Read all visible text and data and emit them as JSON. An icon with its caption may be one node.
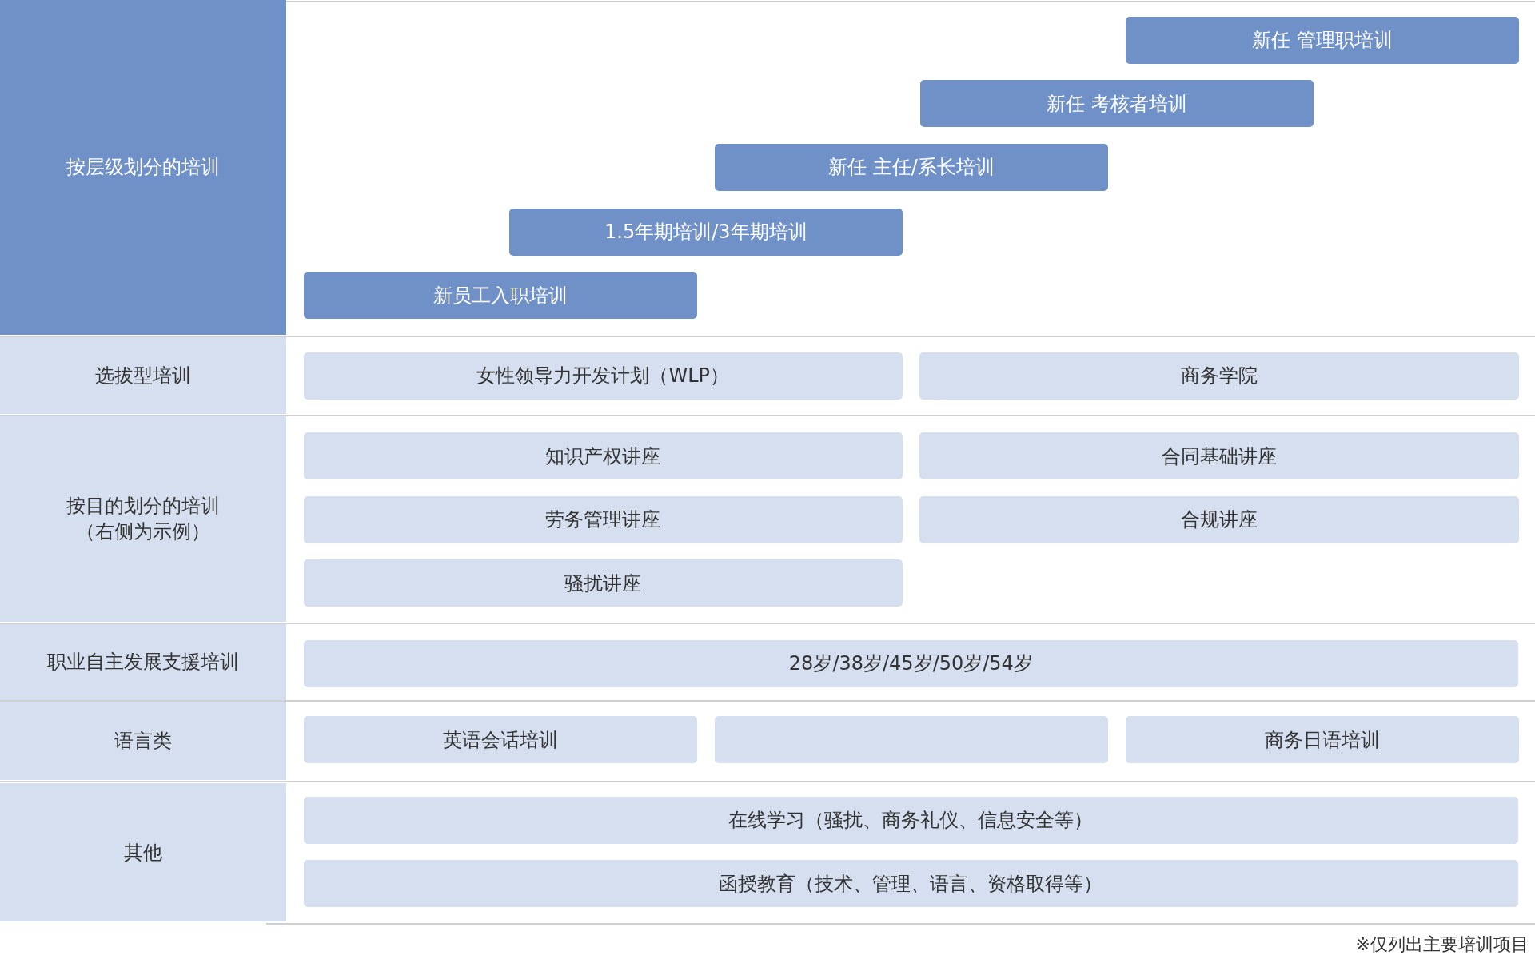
{
  "diagram": {
    "nodes": [
      {
        "text": [
          "按层级划分的培训"
        ]
      },
      {
        "text": [
          "新任 管理职培训"
        ]
      },
      {
        "text": [
          "新任 考核者培训"
        ]
      },
      {
        "text": [
          "新任 主任/系长培训"
        ]
      },
      {
        "text": [
          "1.5年期培训/3年期培训"
        ]
      },
      {
        "text": [
          "新员工入职培训"
        ]
      },
      {
        "text": [
          "选拔型培训"
        ]
      },
      {
        "text": [
          "女性领导力开发计划（WLP）"
        ]
      },
      {
        "text": [
          "商务学院"
        ]
      },
      {
        "text": [
          "按目的划分的培训",
          "（右侧为示例）"
        ]
      },
      {
        "text": [
          "知识产权讲座"
        ]
      },
      {
        "text": [
          "合同基础讲座"
        ]
      },
      {
        "text": [
          "劳务管理讲座"
        ]
      },
      {
        "text": [
          "合规讲座"
        ]
      },
      {
        "text": [
          "骚扰讲座"
        ]
      },
      {
        "text": [
          "职业自主发展支援培训"
        ]
      },
      {
        "text": [
          "28岁/38岁/45岁/50岁/54岁"
        ]
      },
      {
        "text": [
          "语言类"
        ]
      },
      {
        "text": [
          "英语会话培训"
        ]
      },
      {
        "text": [],
        "shape": "box"
      },
      {
        "text": [
          "商务日语培训"
        ]
      },
      {
        "text": [
          "其他"
        ]
      },
      {
        "text": [
          "在线学习（骚扰、商务礼仪、信息安全等）"
        ]
      },
      {
        "text": [
          "函授教育（技术、管理、语言、资格取得等）"
        ]
      }
    ],
    "labels": [
      "※仅列出主要培训项目"
    ]
  }
}
